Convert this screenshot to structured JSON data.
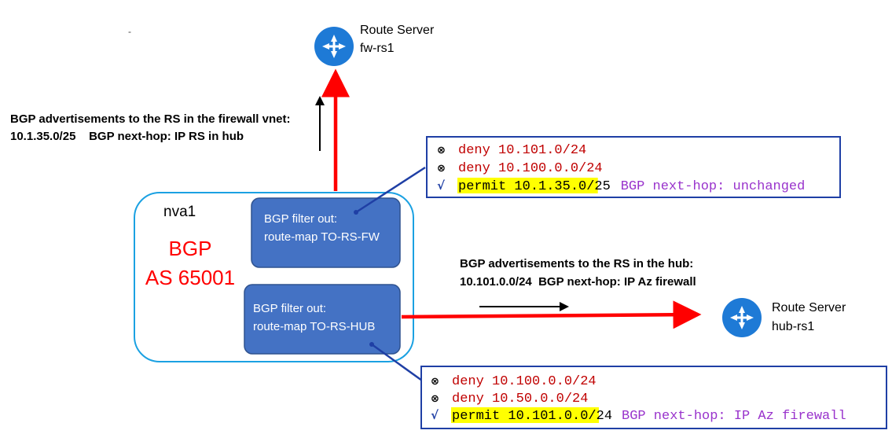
{
  "colors": {
    "red_arrow": "#ff0000",
    "nva_border": "#1ba1e2",
    "filter_fill": "#4472c4",
    "filter_border": "#2f528f",
    "box_border": "#1f3fa5",
    "deny_text": "#c00000",
    "permit_highlight": "#ffff00",
    "nexthop_text": "#9933cc",
    "router_fill": "#1e7ad6",
    "bgp_text": "#ff0000"
  },
  "stray_mark": "-",
  "route_server_top": {
    "line1": "Route Server",
    "line2": "fw-rs1",
    "icon": "router-icon"
  },
  "route_server_right": {
    "line1": "Route Server",
    "line2": "hub-rs1",
    "icon": "router-icon"
  },
  "annotation_top": {
    "line1": "BGP advertisements to the RS in the firewall vnet:",
    "line2": "10.1.35.0/25    BGP next-hop: IP RS in hub"
  },
  "annotation_right": {
    "line1": "BGP advertisements to the RS in the hub:",
    "line2": "10.101.0.0/24  BGP next-hop: IP Az firewall"
  },
  "nva": {
    "title": "nva1",
    "bgp_line1": "BGP",
    "bgp_line2": "AS 65001"
  },
  "filter_fw": {
    "line1": "BGP filter out:",
    "line2": "route-map TO-RS-FW"
  },
  "filter_hub": {
    "line1": "BGP filter out:",
    "line2": "route-map TO-RS-HUB"
  },
  "routemap_fw": {
    "rules": [
      {
        "symbol": "⊗",
        "text": "deny 10.101.0/24",
        "type": "deny",
        "nexthop": ""
      },
      {
        "symbol": "⊗",
        "text": "deny 10.100.0.0/24",
        "type": "deny",
        "nexthop": ""
      },
      {
        "symbol": "√",
        "text": "permit 10.1.35.0/25",
        "type": "permit",
        "nexthop": "BGP next-hop: unchanged"
      }
    ]
  },
  "routemap_hub": {
    "rules": [
      {
        "symbol": "⊗",
        "text": "deny 10.100.0.0/24",
        "type": "deny",
        "nexthop": ""
      },
      {
        "symbol": "⊗",
        "text": "deny 10.50.0.0/24",
        "type": "deny",
        "nexthop": ""
      },
      {
        "symbol": "√",
        "text": "permit 10.101.0.0/24",
        "type": "permit",
        "nexthop": "BGP next-hop: IP Az firewall"
      }
    ]
  }
}
